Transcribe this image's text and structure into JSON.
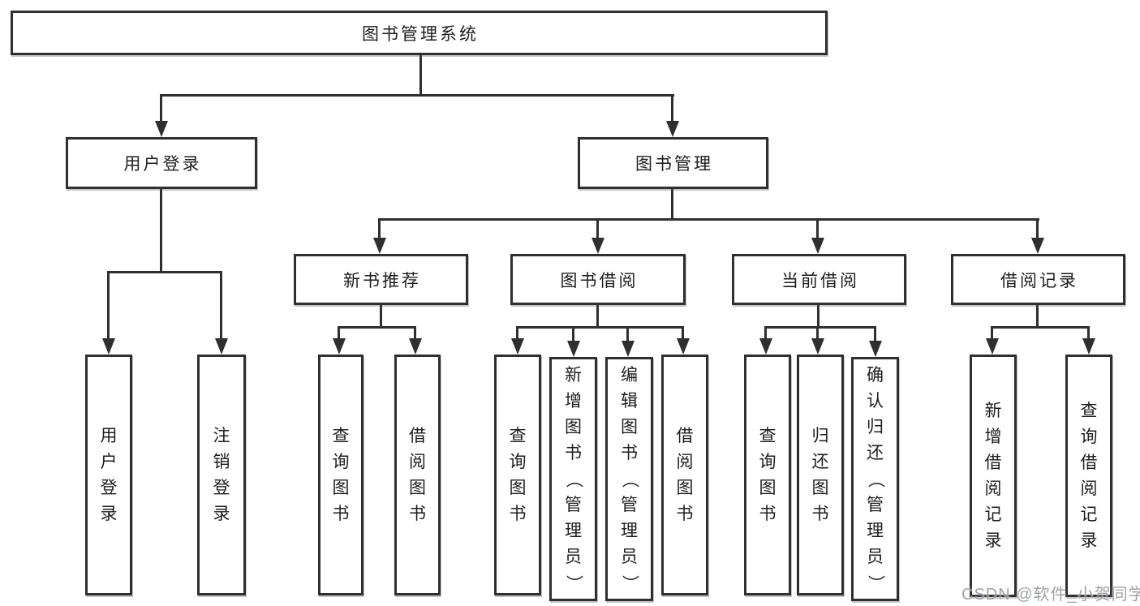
{
  "colors": {
    "line": "#2f2f2f",
    "text": "#1d1d1d",
    "background": "#ffffff",
    "watermark_gray": "#8c9298"
  },
  "watermark": {
    "text": "CSDN @软件_小贺同学"
  },
  "tree": {
    "root": {
      "label": "图书管理系统"
    },
    "branches": [
      {
        "label": "用户登录",
        "children": [
          {
            "label": "用户登录"
          },
          {
            "label": "注销登录"
          }
        ]
      },
      {
        "label": "图书管理",
        "children": [
          {
            "label": "新书推荐",
            "children": [
              {
                "label": "查询图书"
              },
              {
                "label": "借阅图书"
              }
            ]
          },
          {
            "label": "图书借阅",
            "children": [
              {
                "label": "查询图书"
              },
              {
                "label": "新增图书（管理员）"
              },
              {
                "label": "编辑图书（管理员）"
              },
              {
                "label": "借阅图书"
              }
            ]
          },
          {
            "label": "当前借阅",
            "children": [
              {
                "label": "查询图书"
              },
              {
                "label": "归还图书"
              },
              {
                "label": "确认归还（管理员）"
              }
            ]
          },
          {
            "label": "借阅记录",
            "children": [
              {
                "label": "新增借阅记录"
              },
              {
                "label": "查询借阅记录"
              }
            ]
          }
        ]
      }
    ]
  }
}
